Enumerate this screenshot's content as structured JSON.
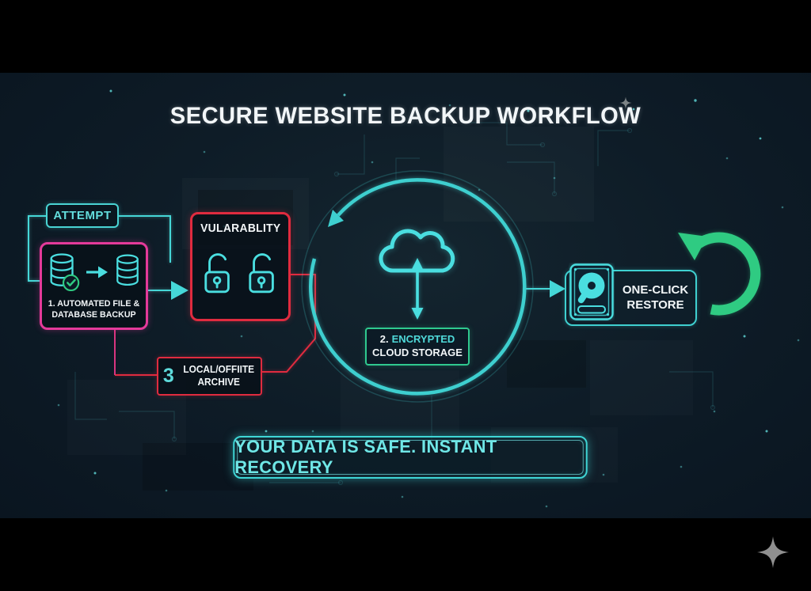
{
  "title": "SECURE WEBSITE BACKUP WORKFLOW",
  "nodes": {
    "attempt": {
      "label": "ATTEMPT"
    },
    "backup": {
      "line1": "1. AUTOMATED FILE &",
      "line2": "DATABASE BACKUP"
    },
    "vulnerability": {
      "label": "VULARABLITY"
    },
    "archive": {
      "number": "3",
      "line1": "LOCAL/OFFIITE",
      "line2": "ARCHIVE"
    },
    "cloud_storage": {
      "number": "2.",
      "label": "ENCRYPTED",
      "line2": "CLOUD STORAGE"
    },
    "restore": {
      "line1": "ONE-CLICK",
      "line2": "RESTORE"
    }
  },
  "banner": {
    "label": "YOUR DATA IS SAFE. INSTANT RECOVERY"
  },
  "icons": [
    "database-icon",
    "arrow-right-icon",
    "check-icon",
    "padlock-open-icon",
    "cloud-icon",
    "up-down-arrow-icon",
    "cycle-ring-icon",
    "hard-drive-icon",
    "restore-curved-arrow-icon",
    "sparkle-icon"
  ],
  "colors": {
    "cyan_accent": "#45d7d7",
    "pink_accent": "#e43a9a",
    "red_accent": "#e02b3f",
    "green_accent": "#2fcb82",
    "background_navy": "#0e1c27",
    "text_white": "#f2f6f8"
  }
}
